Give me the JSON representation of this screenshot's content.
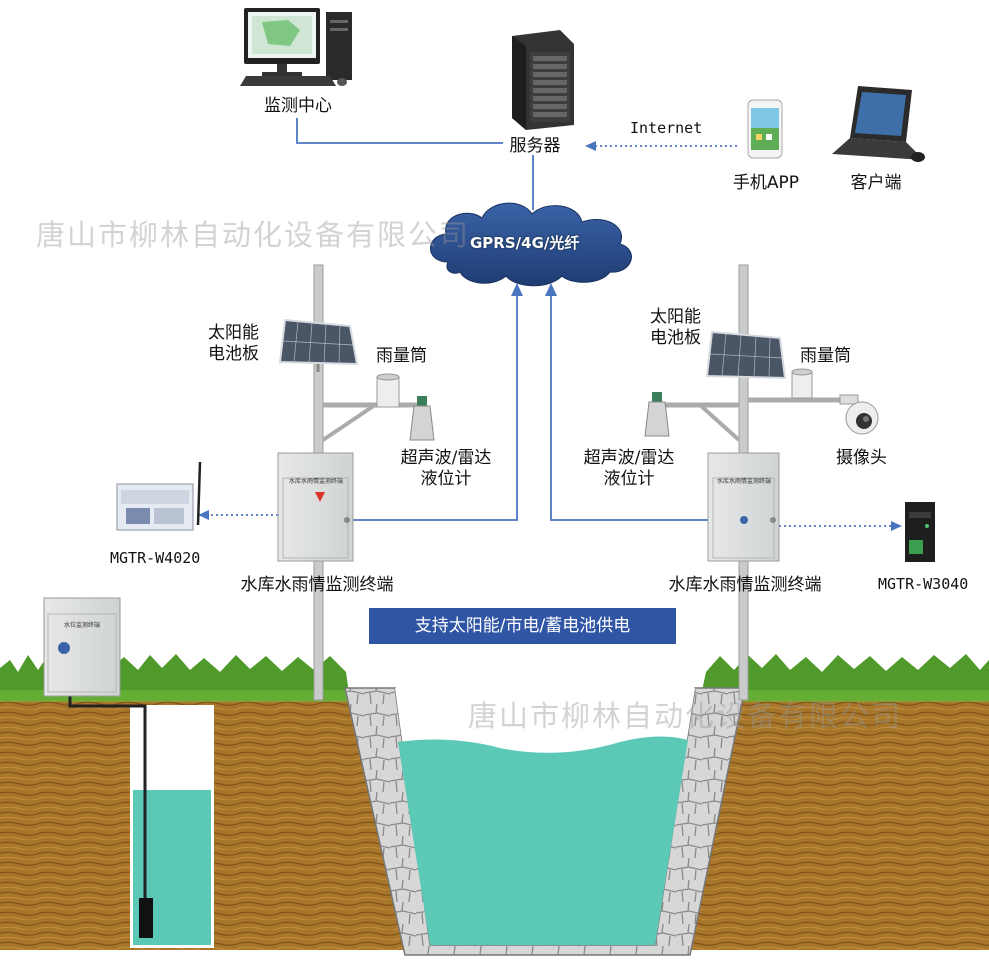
{
  "labels": {
    "monitor_center": "监测中心",
    "server": "服务器",
    "internet": "Internet",
    "mobile_app": "手机APP",
    "client": "客户端",
    "network": "GPRS/4G/光纤",
    "solar_left": "太阳能\n电池板",
    "solar_right": "太阳能\n电池板",
    "rain_left": "雨量筒",
    "rain_right": "雨量筒",
    "level_left": "超声波/雷达\n液位计",
    "level_right": "超声波/雷达\n液位计",
    "camera": "摄像头",
    "terminal_left": "水库水雨情监测终端",
    "terminal_right": "水库水雨情监测终端",
    "device_left": "MGTR-W4020",
    "device_right": "MGTR-W3040",
    "power_banner": "支持太阳能/市电/蓄电池供电"
  },
  "cabinet_plates": {
    "terminal": "水库水雨情监测终端",
    "well": "水位监测终端"
  },
  "watermark": "唐山市柳林自动化设备有限公司",
  "colors": {
    "link_line": "#4a76c0",
    "banner_bg": "#2f55a4",
    "water": "#5cc9b6",
    "soil": "#a8762a",
    "grass": "#4f9a2a",
    "cloud": "#2c4f8e"
  }
}
